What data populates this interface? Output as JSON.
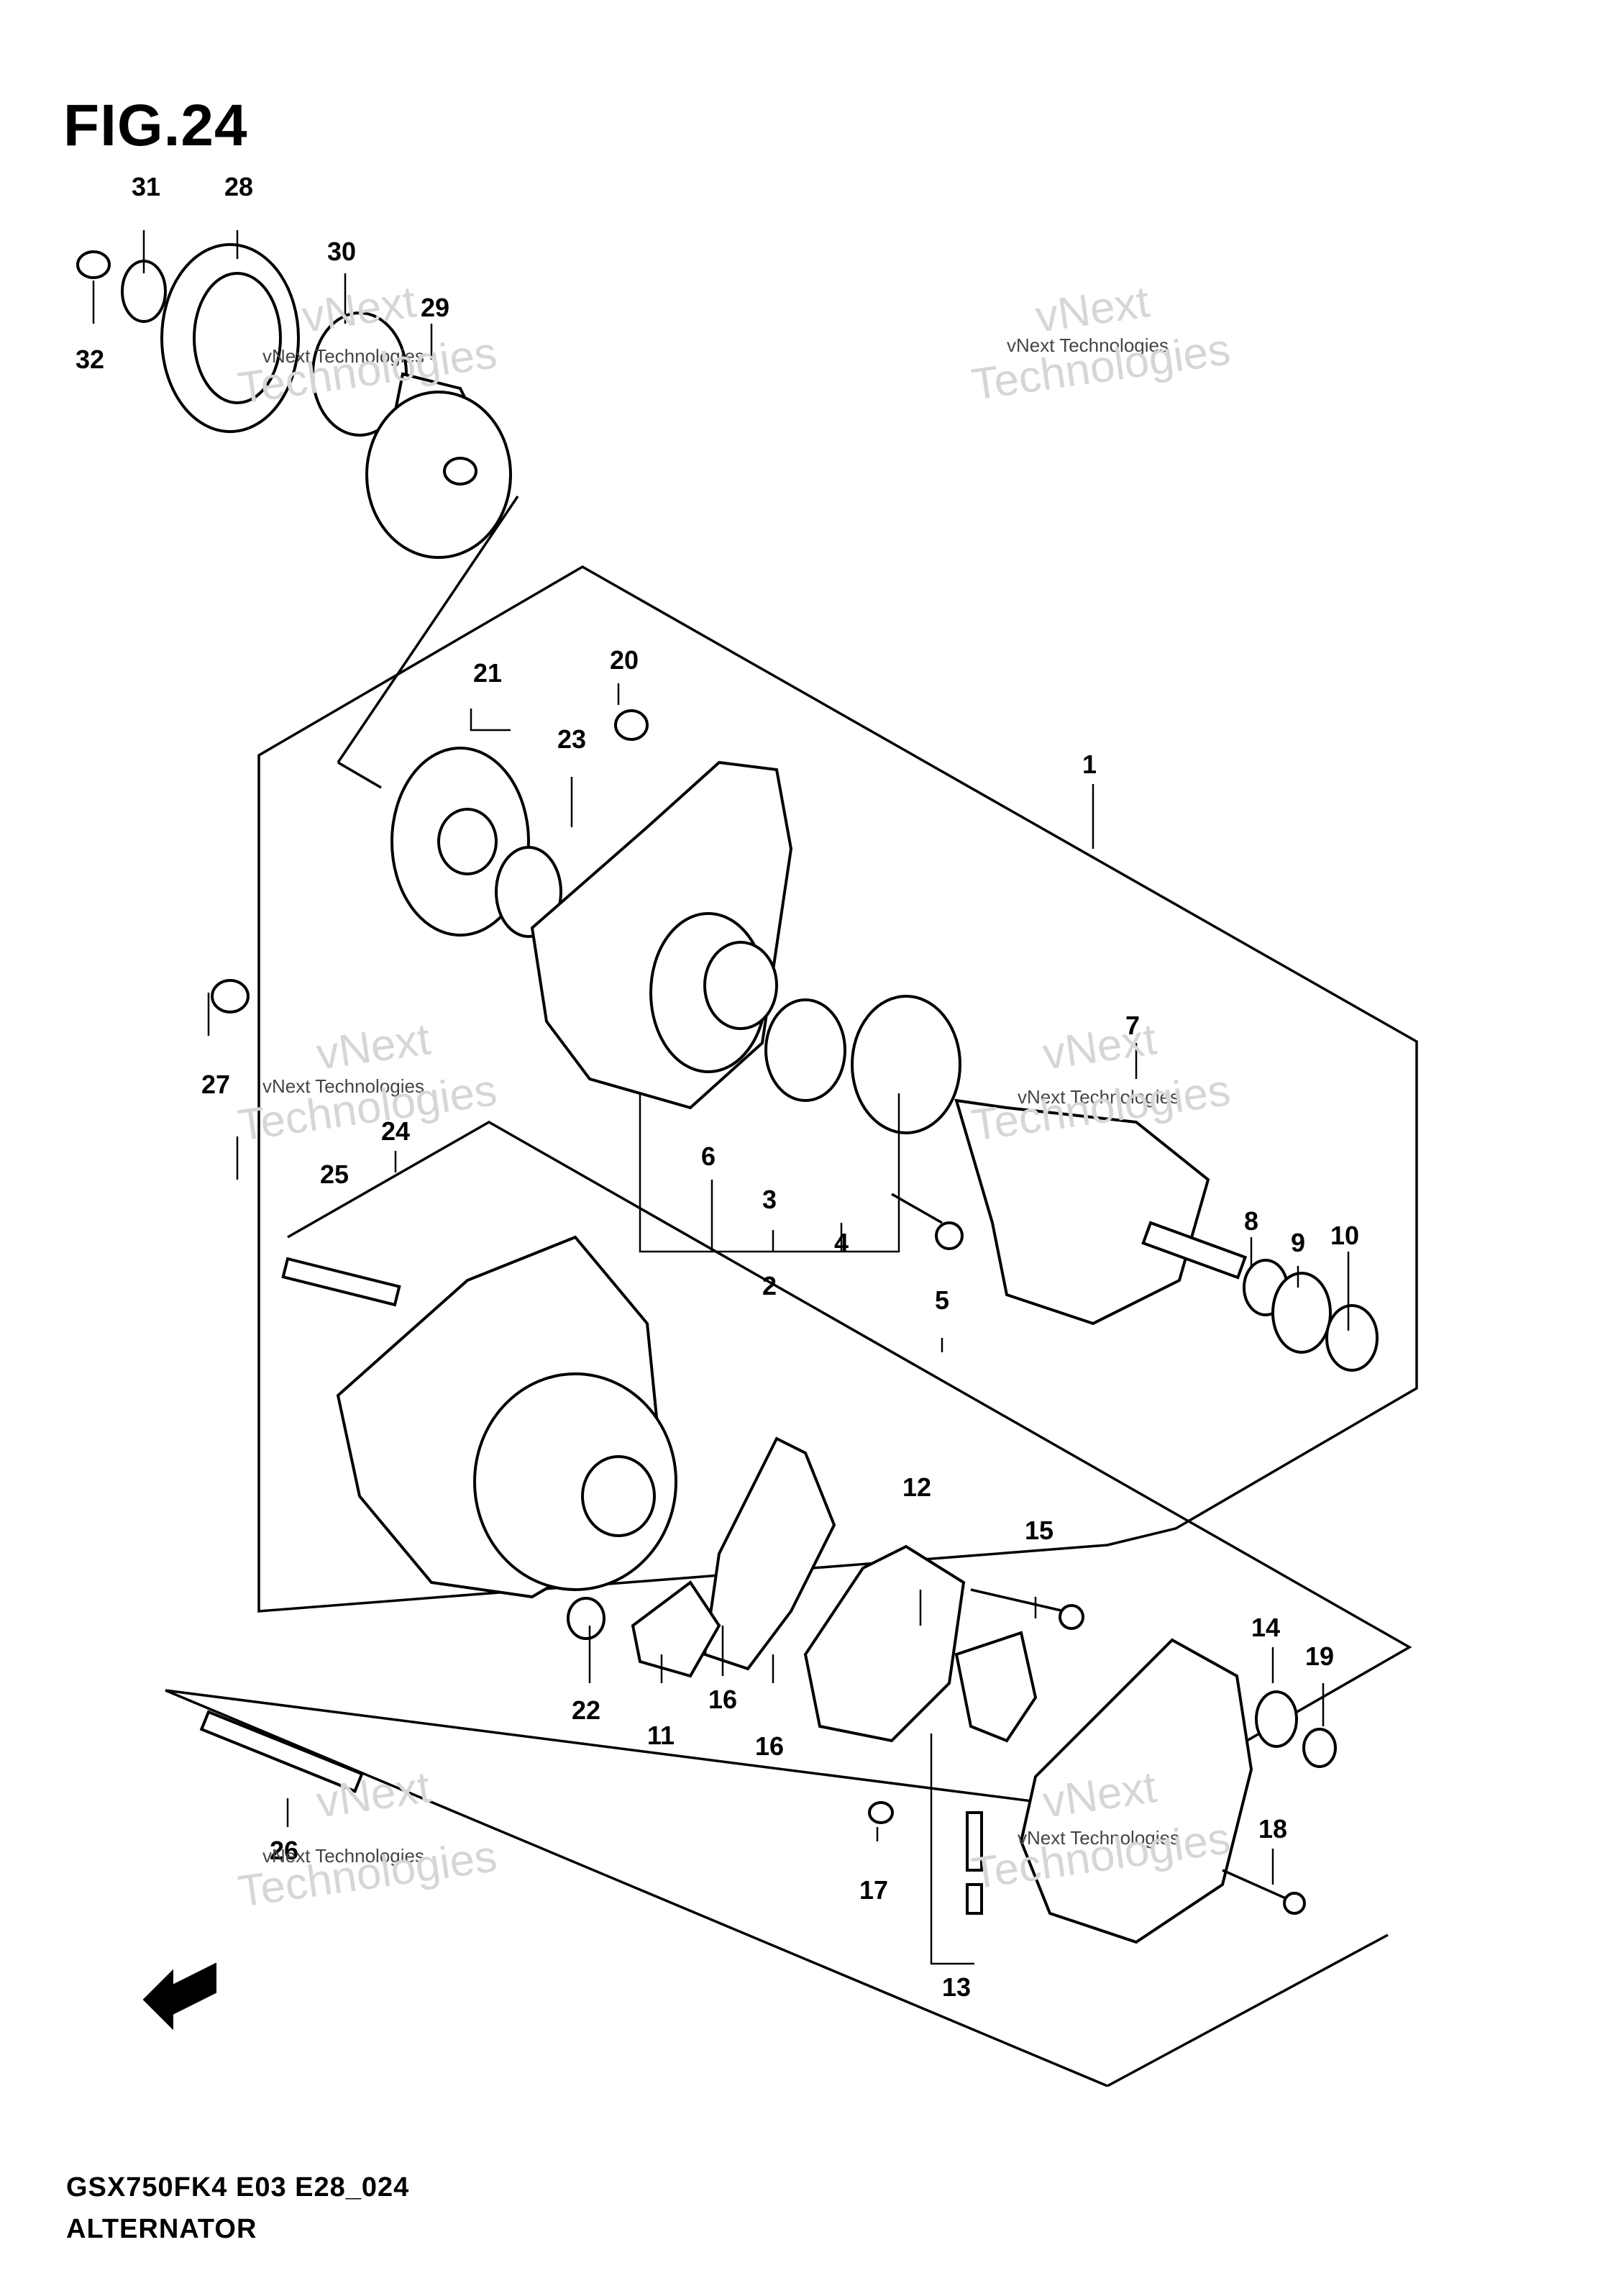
{
  "figure": {
    "title": "FIG.24",
    "model_code": "GSX750FK4 E03 E28_024",
    "section": "ALTERNATOR"
  },
  "watermark": {
    "line1": "vNext Technologies",
    "line2": "Technologies",
    "line3": "vNext"
  },
  "part_numbers": [
    "1",
    "2",
    "3",
    "4",
    "5",
    "6",
    "7",
    "8",
    "9",
    "10",
    "11",
    "12",
    "13",
    "14",
    "15",
    "16",
    "16",
    "17",
    "18",
    "19",
    "20",
    "21",
    "22",
    "23",
    "24",
    "25",
    "26",
    "27",
    "28",
    "29",
    "30",
    "31",
    "32"
  ]
}
